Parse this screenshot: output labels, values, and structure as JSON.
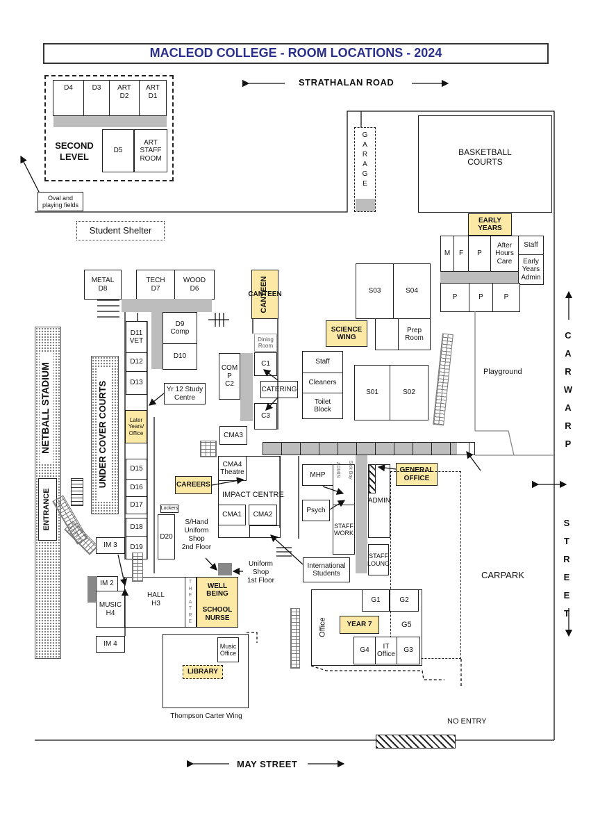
{
  "title": "MACLEOD COLLEGE - ROOM LOCATIONS - 2024",
  "roads": {
    "north": "STRATHALAN ROAD",
    "south": "MAY STREET",
    "east_street": "S\nT\nR\nE\nE\nT",
    "east_carwarp": "C\nA\nR\nW\nA\nR\nP"
  },
  "second_level": {
    "label": "SECOND\nLEVEL",
    "rooms": [
      "D4",
      "D3",
      "ART\nD2",
      "ART\nD1",
      "D5",
      "ART\nSTAFF\nROOM"
    ]
  },
  "landmarks": {
    "oval": "Oval and\nplaying fields",
    "shelter": "Student Shelter",
    "garage": "G\nA\nR\nA\nG\nE",
    "basketball": "BASKETBALL\nCOURTS",
    "playground": "Playground",
    "carpark": "CARPARK",
    "no_entry": "NO ENTRY",
    "netball": "NETBALL STADIUM",
    "entrance": "ENTRANCE",
    "undercover": "UNDER COVER COURTS",
    "thompson": "Thompson Carter Wing",
    "impact_centre": "IMPACT CENTRE",
    "dining": "Dining\nRoom",
    "lockers": "Lockers",
    "sick_bay": "Sick Bay",
    "admin_v": "ADMIN",
    "office_v": "Office",
    "theatre_v": "T\nH\nE\nA\nT\nR\nE"
  },
  "early_years": {
    "label": "EARLY\nYEARS",
    "rooms": [
      "M",
      "F",
      "P",
      "After\nHours\nCare",
      "Staff",
      "Early\nYears\nAdmin",
      "P",
      "P",
      "P"
    ]
  },
  "d_block": {
    "top": [
      "METAL\nD8",
      "TECH\nD7",
      "WOOD\nD6"
    ],
    "d9": "D9\nComp",
    "d10": "D10",
    "column": [
      "D11\nVET",
      "D12",
      "D13",
      "Later\nYears/\nOffice",
      "D15",
      "D16",
      "D17",
      "D18",
      "D19"
    ],
    "d20": "D20"
  },
  "highlights": {
    "canteen": "CANTEEN",
    "science": "SCIENCE\nWING",
    "careers": "CAREERS",
    "general_office": "GENERAL\nOFFICE",
    "wellbeing": "WELL\nBEING\n\nSCHOOL\nNURSE",
    "year7": "YEAR 7",
    "library": "LIBRARY"
  },
  "science_rooms": [
    "S03",
    "S04",
    "Prep\nRoom",
    "S01",
    "S02"
  ],
  "services": [
    "Staff",
    "Cleaners",
    "Toilet\nBlock"
  ],
  "c_block": [
    "COM\nP\nC2",
    "C1",
    "C3",
    "CATERING"
  ],
  "cma": [
    "CMA3",
    "CMA4\nTheatre",
    "CMA1",
    "CMA2"
  ],
  "admin_area": [
    "MHP",
    "Psych",
    "STAFF\nWORK",
    "ADMIN",
    "STAFF\nLOUNG"
  ],
  "g_block": [
    "G1",
    "G2",
    "G5",
    "G4",
    "IT\nOffice",
    "G3"
  ],
  "music": [
    "IM 3",
    "IM 2",
    "MUSIC\nH4",
    "HALL\nH3",
    "IM 4",
    "Music\nOffice"
  ],
  "notes": {
    "study": "Yr 12 Study\nCentre",
    "uniform2": "S/Hand\nUniform\nShop\n2nd Floor",
    "uniform1": "Uniform\nShop\n1st Floor",
    "intl": "International\nStudents"
  }
}
